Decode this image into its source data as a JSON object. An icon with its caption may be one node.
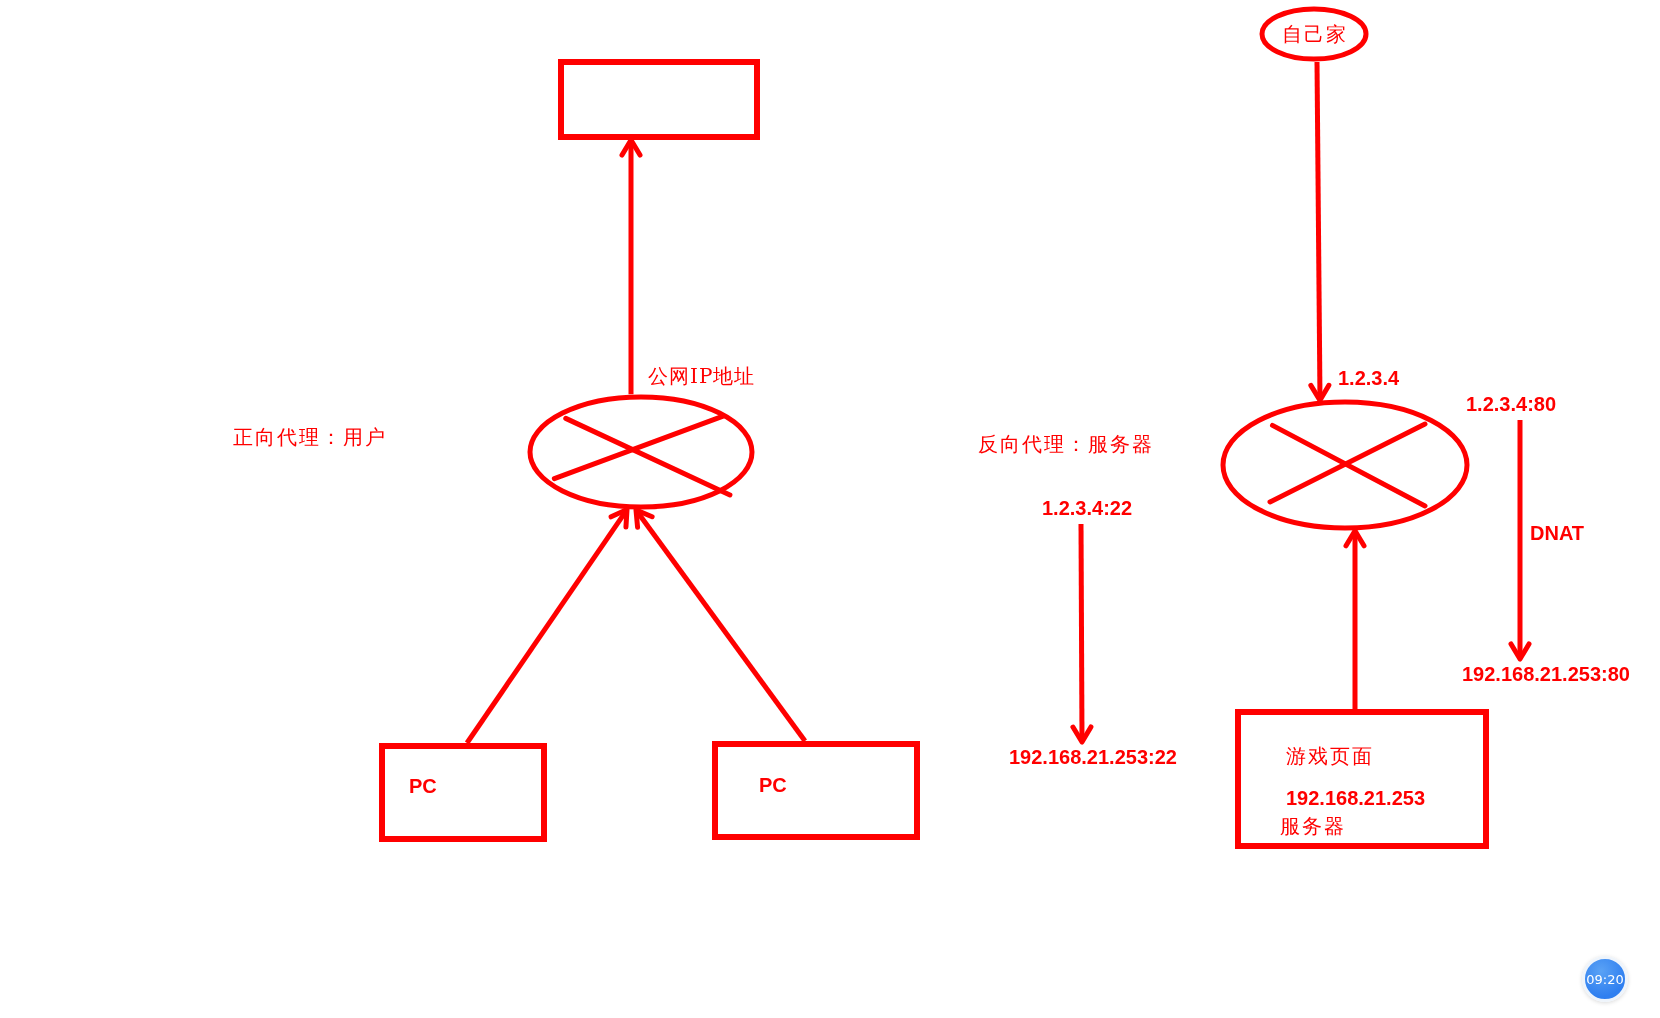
{
  "diagram": {
    "nodes": [
      {
        "text": [],
        "shape": "box"
      },
      {
        "text": [],
        "shape": "router",
        "beside": [
          "公网IP地址"
        ]
      },
      {
        "text": [
          "PC"
        ]
      },
      {
        "text": [
          "PC"
        ]
      },
      {
        "text": [
          "自己家"
        ]
      },
      {
        "text": [],
        "shape": "router",
        "beside": [
          "1.2.3.4"
        ]
      },
      {
        "text": [
          "游戏页面",
          "192.168.21.253",
          "服务器"
        ]
      },
      {
        "text": [
          "1.2.3.4:22"
        ]
      },
      {
        "text": [
          "192.168.21.253:22"
        ]
      },
      {
        "text": [
          "1.2.3.4:80"
        ]
      },
      {
        "text": [
          "192.168.21.253:80"
        ]
      }
    ],
    "edges": [
      {
        "from": 1,
        "to": 0,
        "arrow": "to"
      },
      {
        "from": 2,
        "to": 1,
        "arrow": "to"
      },
      {
        "from": 3,
        "to": 1,
        "arrow": "to"
      },
      {
        "from": 4,
        "to": 5,
        "arrow": "to"
      },
      {
        "from": 6,
        "to": 5,
        "arrow": "to"
      },
      {
        "from": 7,
        "to": 8,
        "arrow": "to"
      },
      {
        "from": 9,
        "to": 10,
        "arrow": "to",
        "label": "DNAT"
      }
    ],
    "labels": [
      "正向代理：用户",
      "反向代理：服务器",
      "09:20"
    ]
  }
}
